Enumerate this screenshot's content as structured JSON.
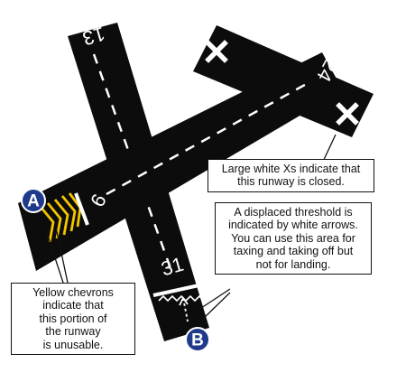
{
  "runways": {
    "r13": "13",
    "r31": "31",
    "r24": "24",
    "r6": "6"
  },
  "markers": {
    "a": "A",
    "b": "B"
  },
  "callouts": {
    "closed": [
      "Large white Xs indicate that",
      "this runway is closed."
    ],
    "displaced": [
      "A displaced threshold is",
      "indicated by white arrows.",
      "You can use this area for",
      "taxing and taking off but",
      "not for landing."
    ],
    "chevrons": [
      "Yellow chevrons",
      "indicate that",
      "this portion of",
      "the runway",
      "is unusable."
    ]
  },
  "colors": {
    "runway": "#0c0c0c",
    "marking": "#ffffff",
    "chevron": "#f2c500",
    "badge": "#1f3a8a"
  }
}
